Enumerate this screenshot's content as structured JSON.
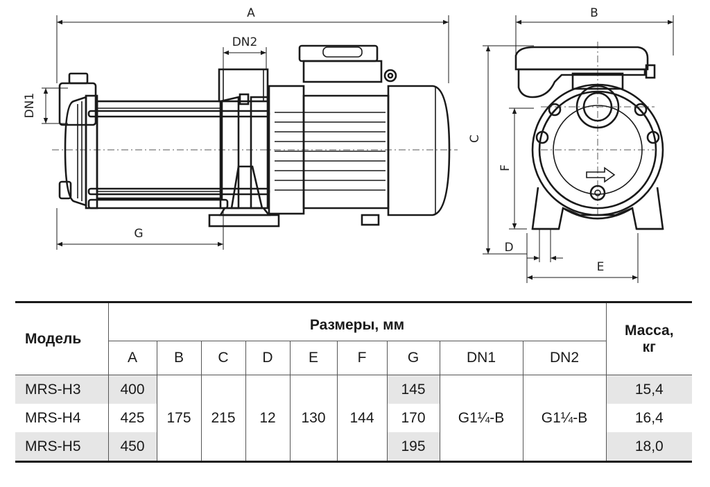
{
  "diagram": {
    "labels": {
      "A": "A",
      "B": "B",
      "C": "C",
      "D": "D",
      "E": "E",
      "F": "F",
      "G": "G",
      "DN1": "DN1",
      "DN2": "DN2"
    }
  },
  "table": {
    "model_header": "Модель",
    "dimensions_header": "Размеры, мм",
    "mass_header_line1": "Масса,",
    "mass_header_line2": "кг",
    "columns": [
      "A",
      "B",
      "C",
      "D",
      "E",
      "F",
      "G",
      "DN1",
      "DN2"
    ],
    "rows": [
      {
        "model": "MRS-H3",
        "A": "400",
        "G": "145",
        "mass": "15,4"
      },
      {
        "model": "MRS-H4",
        "A": "425",
        "G": "170",
        "mass": "16,4"
      },
      {
        "model": "MRS-H5",
        "A": "450",
        "G": "195",
        "mass": "18,0"
      }
    ],
    "shared": {
      "B": "175",
      "C": "215",
      "D": "12",
      "E": "130",
      "F": "144",
      "DN1": "G1¼-B",
      "DN2": "G1¼-B"
    }
  }
}
